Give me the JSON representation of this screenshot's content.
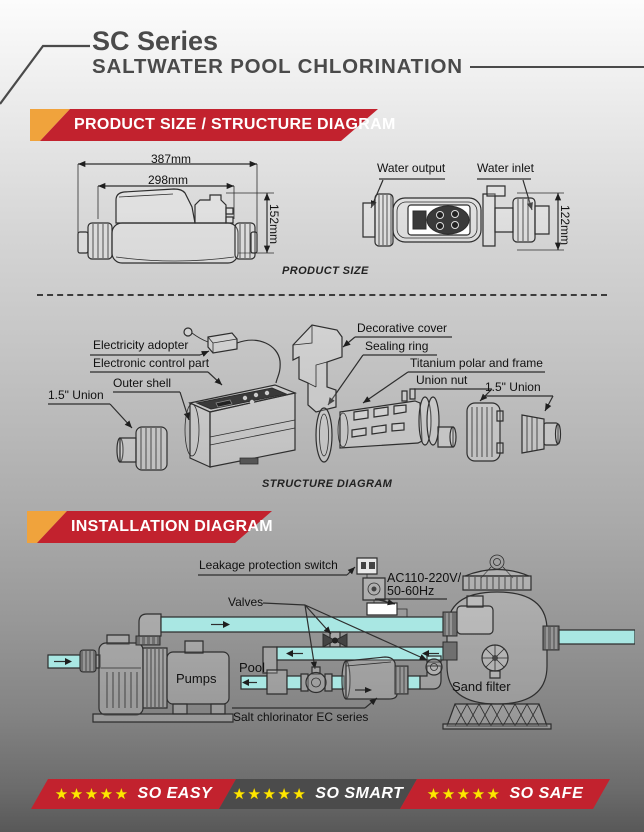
{
  "header": {
    "series": "SC Series",
    "subtitle": "SALTWATER POOL CHLORINATION"
  },
  "banners": {
    "product_structure": "PRODUCT SIZE / STRUCTURE DIAGRAM",
    "installation": "INSTALLATION DIAGRAM"
  },
  "product_size": {
    "caption": "PRODUCT SIZE",
    "overall_length": "387mm",
    "body_length": "298mm",
    "height": "152mm",
    "top_view_height": "122mm",
    "water_output_label": "Water output",
    "water_inlet_label": "Water inlet"
  },
  "structure": {
    "caption": "STRUCTURE DIAGRAM",
    "labels_left": [
      "Electricity adopter",
      "Electronic control part",
      "Outer shell",
      "1.5\" Union"
    ],
    "labels_right": [
      "Decorative cover",
      "Sealing ring",
      "Titanium polar and frame",
      "Union nut",
      "1.5\" Union"
    ]
  },
  "installation": {
    "leakage_switch": "Leakage protection switch",
    "power_spec_line1": "AC110-220V/",
    "power_spec_line2": "50-60Hz",
    "valves": "Valves",
    "pool": "Pool",
    "pumps": "Pumps",
    "sand_filter": "Sand filter",
    "chlorinator": "Salt chlorinator EC series"
  },
  "footer": {
    "badges": [
      {
        "stars": "★★★★★",
        "label": "SO EASY",
        "variant": "red"
      },
      {
        "stars": "★★★★★",
        "label": "SO SMART",
        "variant": "dark"
      },
      {
        "stars": "★★★★★",
        "label": "SO SAFE",
        "variant": "red"
      }
    ]
  },
  "colors": {
    "accent_red": "#c2222e",
    "accent_orange": "#f0a33c",
    "badge_dark": "#4b4b4b",
    "star_yellow": "#ffe600",
    "pipe_cyan": "#a9e7e3"
  }
}
